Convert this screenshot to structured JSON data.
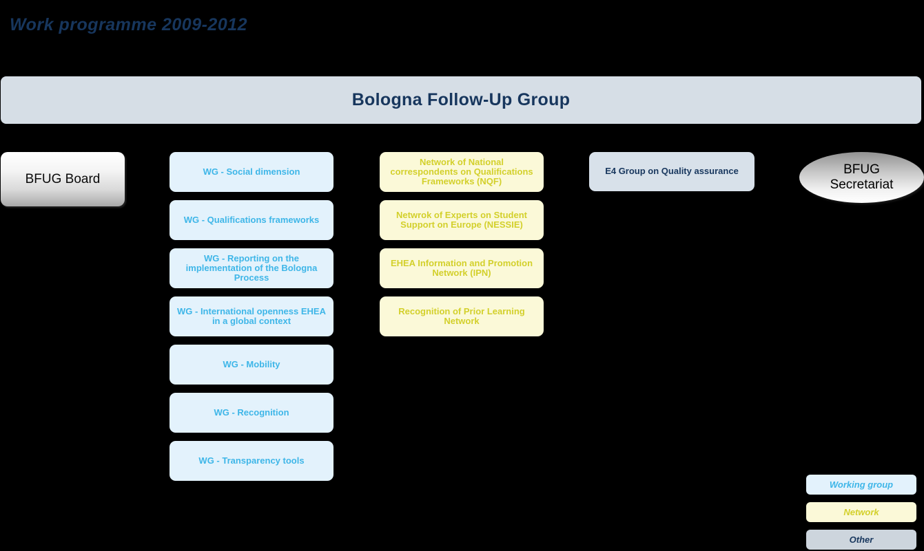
{
  "page": {
    "title": "Work programme 2009-2012"
  },
  "header": {
    "label": "Bologna Follow-Up Group"
  },
  "board": {
    "label": "BFUG Board"
  },
  "secretariat": {
    "label": "BFUG Secretariat"
  },
  "working_groups": {
    "items": [
      {
        "label": "WG - Social dimension"
      },
      {
        "label": "WG - Qualifications frameworks"
      },
      {
        "label": "WG - Reporting on the implementation of the Bologna Process"
      },
      {
        "label": "WG - International openness EHEA in a global context"
      },
      {
        "label": "WG - Mobility"
      },
      {
        "label": "WG - Recognition"
      },
      {
        "label": "WG - Transparency tools"
      }
    ]
  },
  "networks": {
    "items": [
      {
        "label": "Network of National correspondents on Qualifications Frameworks  (NQF)"
      },
      {
        "label": "Netwrok of Experts on Student Support on Europe (NESSIE)"
      },
      {
        "label": "EHEA Information and Promotion Network (IPN)"
      },
      {
        "label": "Recognition of Prior Learning Network"
      }
    ]
  },
  "e4_group": {
    "label": "E4 Group on Quality assurance"
  },
  "legend": {
    "items": [
      {
        "label": "Working group"
      },
      {
        "label": "Network"
      },
      {
        "label": "Other"
      }
    ]
  },
  "colors": {
    "background": "#000000",
    "header_bg": "#d6dee6",
    "navy_text": "#17365d",
    "working_group_bg": "#e3f2fc",
    "working_group_text": "#3eb6e8",
    "network_bg": "#fbf9d8",
    "network_text": "#d3d02b",
    "other_bg": "#d8e1ea",
    "legend_other_bg": "#cdd5dd",
    "board_gradient_top": "#ffffff",
    "board_gradient_bottom": "#a8a8a8",
    "secretariat_gradient_top": "#929292",
    "secretariat_gradient_bottom": "#ffffff"
  }
}
